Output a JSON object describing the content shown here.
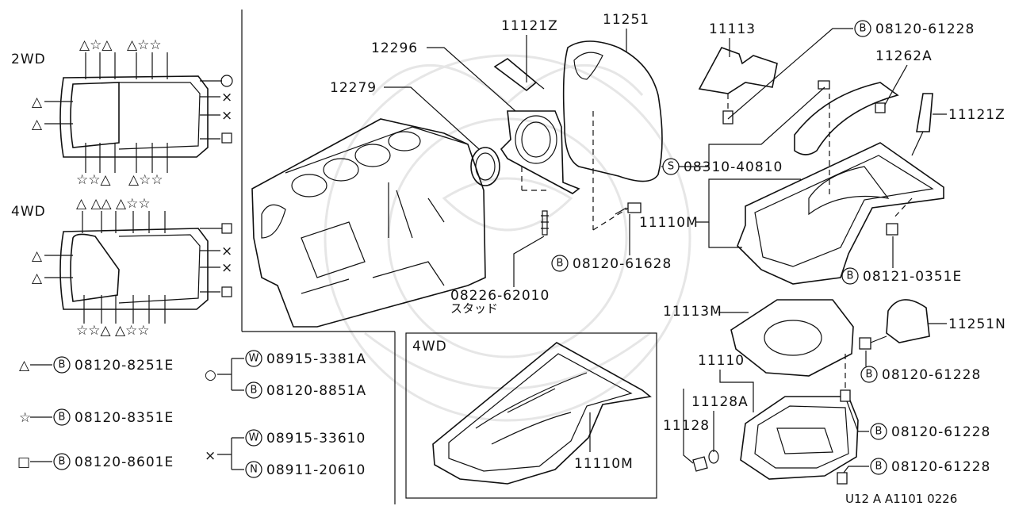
{
  "variants": {
    "v2wd": "2WD",
    "v4wd": "4WD",
    "inset": "4WD"
  },
  "parts": {
    "p11121z_top": "11121Z",
    "p11251": "11251",
    "p11113": "11113",
    "p12296": "12296",
    "p12279": "12279",
    "p11262a": "11262A",
    "p11121z_right": "11121Z",
    "p11110m_right": "11110M",
    "p11110m_inset": "11110M",
    "p11113m": "11113M",
    "p11251n": "11251N",
    "p11110": "11110",
    "p11128a": "11128A",
    "p11128": "11128"
  },
  "callouts": {
    "c08120_61228_a": {
      "prefix": "B",
      "code": "08120-61228"
    },
    "c08310_40810": {
      "prefix": "S",
      "code": "08310-40810"
    },
    "c08120_61628": {
      "prefix": "B",
      "code": "08120-61628"
    },
    "c08226_62010": {
      "code": "08226-62010",
      "note": "スタッド"
    },
    "c08121_0351e": {
      "prefix": "B",
      "code": "08121-0351E"
    },
    "c08120_61228_b": {
      "prefix": "B",
      "code": "08120-61228"
    },
    "c08120_61228_c": {
      "prefix": "B",
      "code": "08120-61228"
    },
    "c08120_61228_d": {
      "prefix": "B",
      "code": "08120-61228"
    }
  },
  "legend": {
    "triangle": {
      "symbol": "△",
      "prefix": "B",
      "code": "08120-8251E"
    },
    "star": {
      "symbol": "☆",
      "prefix": "B",
      "code": "08120-8351E"
    },
    "square": {
      "symbol": "□",
      "prefix": "B",
      "code": "08120-8601E"
    },
    "circle": {
      "symbol": "○",
      "items": [
        {
          "prefix": "W",
          "code": "08915-3381A"
        },
        {
          "prefix": "B",
          "code": "08120-8851A"
        }
      ]
    },
    "cross": {
      "symbol": "×",
      "items": [
        {
          "prefix": "W",
          "code": "08915-33610"
        },
        {
          "prefix": "N",
          "code": "08911-20610"
        }
      ]
    }
  },
  "drawing_id": "U12 A A1101 0226"
}
